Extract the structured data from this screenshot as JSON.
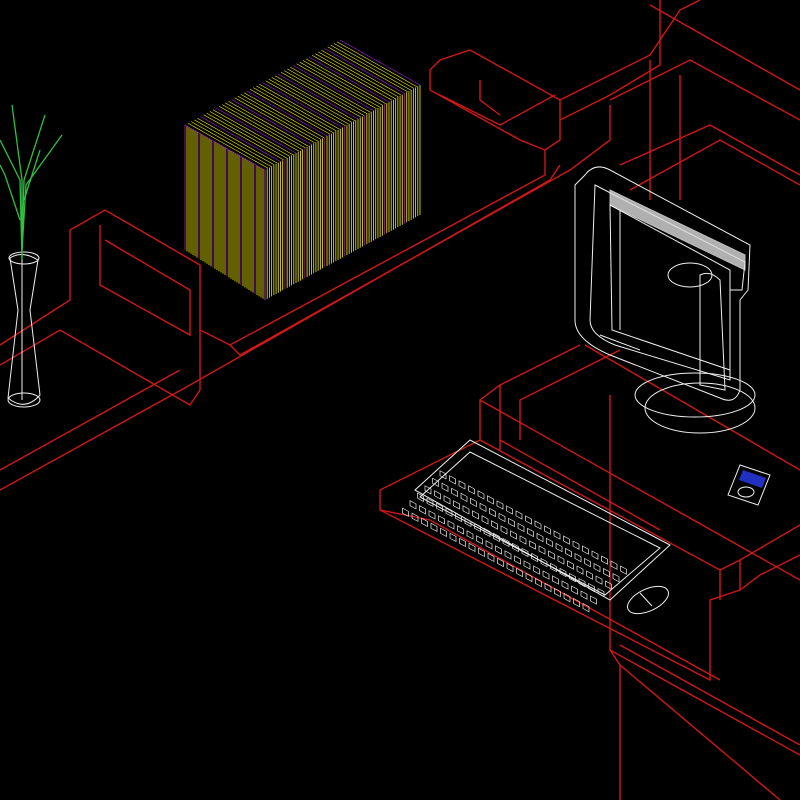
{
  "drawing": {
    "colors": {
      "background": "#000000",
      "furniture": "#d01818",
      "equipment": "#f0f0f0",
      "books": "#f5f000",
      "books_accent": "#a020d0",
      "plant": "#30c040",
      "device_screen": "#2030c0"
    },
    "objects": [
      "desk-wireframe",
      "bookshelf-books",
      "monitor",
      "keyboard",
      "mouse",
      "media-player",
      "vase-with-plant"
    ]
  }
}
